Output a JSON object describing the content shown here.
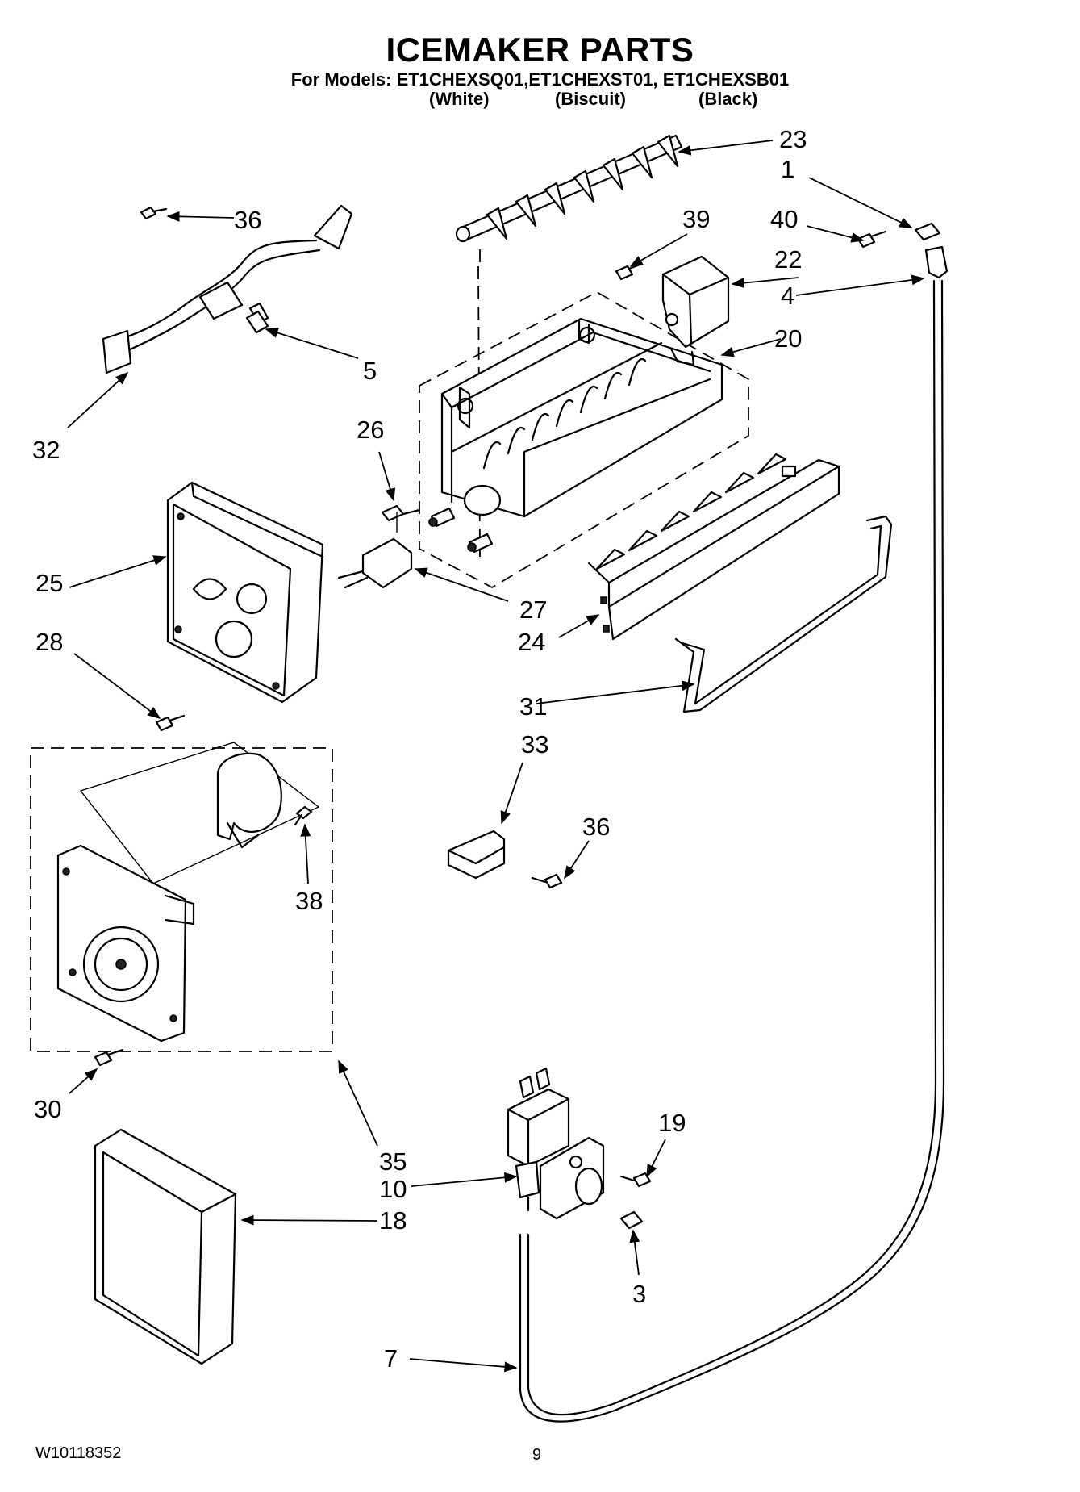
{
  "header": {
    "title": "ICEMAKER PARTS",
    "models_line": "For Models: ET1CHEXSQ01,ET1CHEXST01, ET1CHEXSB01",
    "variants": [
      "(White)",
      "(Biscuit)",
      "(Black)"
    ]
  },
  "labels": {
    "p1": "1",
    "p3": "3",
    "p4": "4",
    "p5": "5",
    "p7": "7",
    "p10": "10",
    "p18": "18",
    "p19": "19",
    "p20": "20",
    "p22": "22",
    "p23": "23",
    "p24": "24",
    "p25": "25",
    "p26": "26",
    "p27": "27",
    "p28": "28",
    "p30": "30",
    "p31": "31",
    "p32": "32",
    "p33": "33",
    "p35": "35",
    "p36a": "36",
    "p36b": "36",
    "p38": "38",
    "p39": "39",
    "p40": "40"
  },
  "footer": {
    "doc_number": "W10118352",
    "page_number": "9"
  }
}
